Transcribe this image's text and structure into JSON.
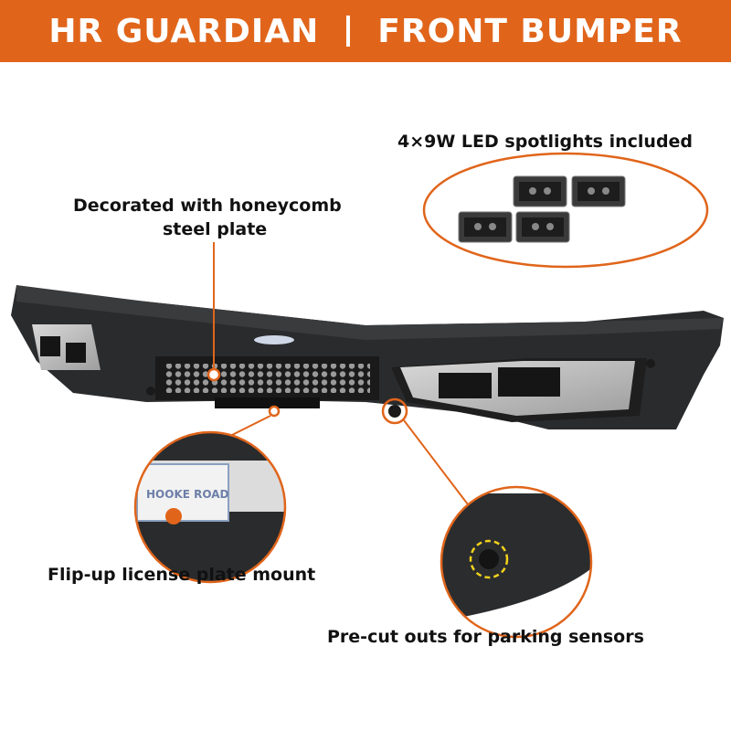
{
  "banner": {
    "left": "HR GUARDIAN",
    "right": "FRONT BUMPER",
    "color": "#e0651b"
  },
  "callouts": {
    "spotlights": "4×9W LED spotlights included",
    "honeycomb_line1": "Decorated with honeycomb",
    "honeycomb_line2": "steel plate",
    "license": "Flip-up license plate mount",
    "sensors": "Pre-cut outs for parking sensors"
  },
  "icons": [
    "led-spotlight-icon",
    "bumper-image",
    "license-plate-image",
    "parking-sensor-image"
  ],
  "colors": {
    "accent": "#e0651b",
    "bumper": "#2a2b2d",
    "sensor_ring": "#f2d21b"
  }
}
